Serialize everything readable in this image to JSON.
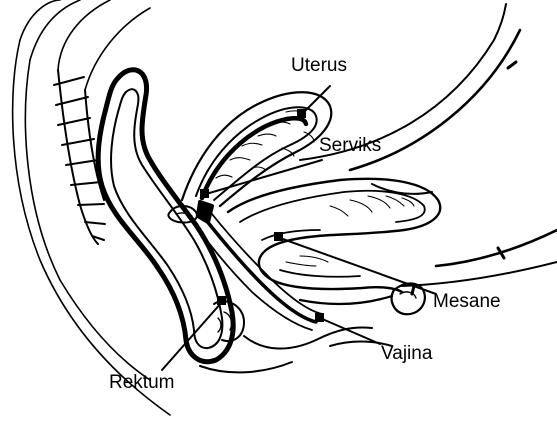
{
  "labels": {
    "uterus": "Uterus",
    "serviks": "Serviks",
    "mesane": "Mesane",
    "vajina": "Vajina",
    "rektum": "Rektum"
  },
  "colors": {
    "ink": "#000000",
    "background": "#ffffff"
  }
}
